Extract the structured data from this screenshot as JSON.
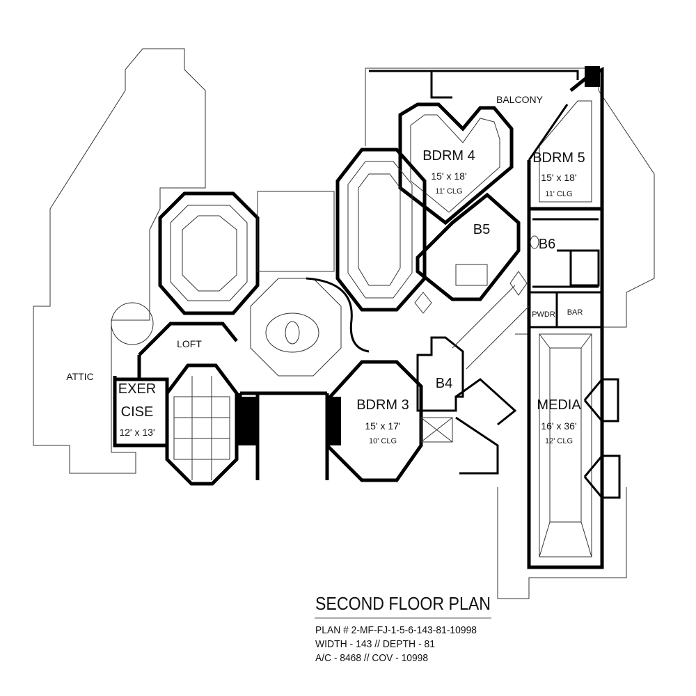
{
  "rooms": {
    "balcony": "BALCONY",
    "bdrm4": {
      "name": "BDRM 4",
      "size": "15' x 18'",
      "ceiling": "11' CLG"
    },
    "bdrm5": {
      "name": "BDRM 5",
      "size": "15' x 18'",
      "ceiling": "11' CLG"
    },
    "bdrm3": {
      "name": "BDRM 3",
      "size": "15' x 17'",
      "ceiling": "10' CLG"
    },
    "media": {
      "name": "MEDIA",
      "size": "16' x 36'",
      "ceiling": "12' CLG"
    },
    "exercise": {
      "name_line1": "EXER",
      "name_line2": "CISE",
      "size": "12' x 13'"
    },
    "b4": "B4",
    "b5": "B5",
    "b6": "B6",
    "pwdr": "PWDR",
    "bar": "BAR",
    "loft": "LOFT",
    "attic": "ATTIC"
  },
  "title_block": {
    "title": "SECOND FLOOR PLAN",
    "plan_number": "PLAN # 2-MF-FJ-1-5-6-143-81-10998",
    "dimensions": "WIDTH - 143 // DEPTH - 81",
    "area": "A/C - 8468 // COV - 10998"
  }
}
